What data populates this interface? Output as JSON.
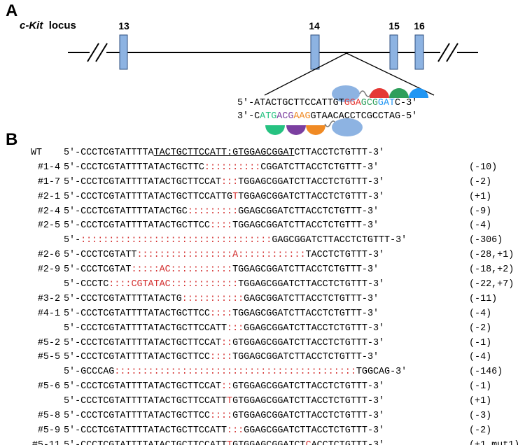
{
  "panel_a": {
    "letter": "A",
    "locus_gene": "c-Kit",
    "locus_word": "locus",
    "exons": [
      "13",
      "14",
      "15",
      "16"
    ],
    "seq_top": [
      {
        "t": "5′-ATACTGCTTCCATTGT",
        "c": "#000000"
      },
      {
        "t": "GGA",
        "c": "#e53935"
      },
      {
        "t": "GCG",
        "c": "#2e9e5b"
      },
      {
        "t": "GAT",
        "c": "#2196f3"
      },
      {
        "t": "C-3′",
        "c": "#000000"
      }
    ],
    "seq_bottom": [
      {
        "t": "3′-C",
        "c": "#000000"
      },
      {
        "t": "ATG",
        "c": "#26c281"
      },
      {
        "t": "ACG",
        "c": "#7b3fa0"
      },
      {
        "t": "AAG",
        "c": "#f08a24"
      },
      {
        "t": "GTAACACCTCGCCTAG-5′",
        "c": "#000000"
      }
    ],
    "colors": {
      "exon_fill": "#8db3e2",
      "cas9_fill": "#8db3e2",
      "top_tale": [
        "#e53935",
        "#2e9e5b",
        "#2196f3"
      ],
      "bottom_tale": [
        "#26c281",
        "#7b3fa0",
        "#f08a24"
      ]
    }
  },
  "panel_b": {
    "letter": "B",
    "rows": [
      {
        "label": "WT",
        "seq": [
          {
            "t": "5′-CCCTCGTATTTTA"
          },
          {
            "t": "TACTGCTTCCATT:GTGGAGCGGAT",
            "u": true
          },
          {
            "t": "CTTACCTCTGTTT-3′"
          }
        ],
        "note": ""
      },
      {
        "label": "#1-4",
        "seq": [
          {
            "t": "5′-CCCTCGTATTTTATACTGCTTC"
          },
          {
            "t": "::::::::::",
            "r": true
          },
          {
            "t": "CGGATCTTACCTCTGTTT-3′"
          }
        ],
        "note": "(-10)"
      },
      {
        "label": "#1-7",
        "seq": [
          {
            "t": "5′-CCCTCGTATTTTATACTGCTTCCAT"
          },
          {
            "t": ":::",
            "r": true
          },
          {
            "t": "TGGAGCGGATCTTACCTCTGTTT-3′"
          }
        ],
        "note": "(-2)"
      },
      {
        "label": "#2-1",
        "seq": [
          {
            "t": "5′-CCCTCGTATTTTATACTGCTTCCATTG"
          },
          {
            "t": "T",
            "r": true
          },
          {
            "t": "TGGAGCGGATCTTACCTCTGTTT-3′"
          }
        ],
        "note": "(+1)"
      },
      {
        "label": "#2-4",
        "seq": [
          {
            "t": "5′-CCCTCGTATTTTATACTGC"
          },
          {
            "t": ":::::::::",
            "r": true
          },
          {
            "t": "GGAGCGGATCTTACCTCTGTTT-3′"
          }
        ],
        "note": "(-9)"
      },
      {
        "label": "#2-5",
        "seq": [
          {
            "t": "5′-CCCTCGTATTTTATACTGCTTCC"
          },
          {
            "t": "::::",
            "r": true
          },
          {
            "t": "TGGAGCGGATCTTACCTCTGTTT-3′"
          }
        ],
        "note": "(-4)"
      },
      {
        "label": "",
        "seq": [
          {
            "t": "5′-"
          },
          {
            "t": "::::::::::::::::::::::::::::::::::",
            "r": true
          },
          {
            "t": "GAGCGGATCTTACCTCTGTTT-3′"
          }
        ],
        "note": "(-306)"
      },
      {
        "label": "#2-6",
        "seq": [
          {
            "t": "5′-CCCTCGTATT"
          },
          {
            "t": ":::::::::::::::::A::::::::::::",
            "r": true
          },
          {
            "t": "TACCTCTGTTT-3′"
          }
        ],
        "note": "(-28,+1)"
      },
      {
        "label": "#2-9",
        "seq": [
          {
            "t": "5′-CCCTCGTAT"
          },
          {
            "t": ":::::AC:::::::::::",
            "r": true
          },
          {
            "t": "TGGAGCGGATCTTACCTCTGTTT-3′"
          }
        ],
        "note": "(-18,+2)"
      },
      {
        "label": "",
        "seq": [
          {
            "t": "5′-CCCTC"
          },
          {
            "t": "::::CGTATAC::::::::::::",
            "r": true
          },
          {
            "t": "TGGAGCGGATCTTACCTCTGTTT-3′"
          }
        ],
        "note": "(-22,+7)"
      },
      {
        "label": "#3-2",
        "seq": [
          {
            "t": "5′-CCCTCGTATTTTATACTG"
          },
          {
            "t": ":::::::::::",
            "r": true
          },
          {
            "t": "GAGCGGATCTTACCTCTGTTT-3′"
          }
        ],
        "note": "(-11)"
      },
      {
        "label": "#4-1",
        "seq": [
          {
            "t": "5′-CCCTCGTATTTTATACTGCTTCC"
          },
          {
            "t": "::::",
            "r": true
          },
          {
            "t": "TGGAGCGGATCTTACCTCTGTTT-3′"
          }
        ],
        "note": "(-4)"
      },
      {
        "label": "",
        "seq": [
          {
            "t": "5′-CCCTCGTATTTTATACTGCTTCCATT"
          },
          {
            "t": ":::",
            "r": true
          },
          {
            "t": "GGAGCGGATCTTACCTCTGTTT-3′"
          }
        ],
        "note": "(-2)"
      },
      {
        "label": "#5-2",
        "seq": [
          {
            "t": "5′-CCCTCGTATTTTATACTGCTTCCAT"
          },
          {
            "t": "::",
            "r": true
          },
          {
            "t": "GTGGAGCGGATCTTACCTCTGTTT-3′"
          }
        ],
        "note": "(-1)"
      },
      {
        "label": "#5-5",
        "seq": [
          {
            "t": "5′-CCCTCGTATTTTATACTGCTTCC"
          },
          {
            "t": "::::",
            "r": true
          },
          {
            "t": "TGGAGCGGATCTTACCTCTGTTT-3′"
          }
        ],
        "note": "(-4)"
      },
      {
        "label": "",
        "seq": [
          {
            "t": "5′-GCCCAG"
          },
          {
            "t": ":::::::::::::::::::::::::::::::::::::::::::",
            "r": true
          },
          {
            "t": "TGGCAG-3′"
          }
        ],
        "note": "(-146)"
      },
      {
        "label": "#5-6",
        "seq": [
          {
            "t": "5′-CCCTCGTATTTTATACTGCTTCCAT"
          },
          {
            "t": "::",
            "r": true
          },
          {
            "t": "GTGGAGCGGATCTTACCTCTGTTT-3′"
          }
        ],
        "note": "(-1)"
      },
      {
        "label": "",
        "seq": [
          {
            "t": "5′-CCCTCGTATTTTATACTGCTTCCATT"
          },
          {
            "t": "T",
            "r": true
          },
          {
            "t": "GTGGAGCGGATCTTACCTCTGTTT-3′"
          }
        ],
        "note": "(+1)"
      },
      {
        "label": "#5-8",
        "seq": [
          {
            "t": "5′-CCCTCGTATTTTATACTGCTTCC"
          },
          {
            "t": "::::",
            "r": true
          },
          {
            "t": "GTGGAGCGGATCTTACCTCTGTTT-3′"
          }
        ],
        "note": "(-3)"
      },
      {
        "label": "#5-9",
        "seq": [
          {
            "t": "5′-CCCTCGTATTTTATACTGCTTCCATT"
          },
          {
            "t": ":::",
            "r": true
          },
          {
            "t": "GGAGCGGATCTTACCTCTGTTT-3′"
          }
        ],
        "note": "(-2)"
      },
      {
        "label": "#5-11",
        "seq": [
          {
            "t": "5′-CCCTCGTATTTTATACTGCTTCCATT"
          },
          {
            "t": "T",
            "r": true
          },
          {
            "t": "GTGGAGCGGATCT"
          },
          {
            "t": "C",
            "r": true
          },
          {
            "t": "ACCTCTGTTT-3′"
          }
        ],
        "note": "(+1,mut1)"
      }
    ]
  }
}
